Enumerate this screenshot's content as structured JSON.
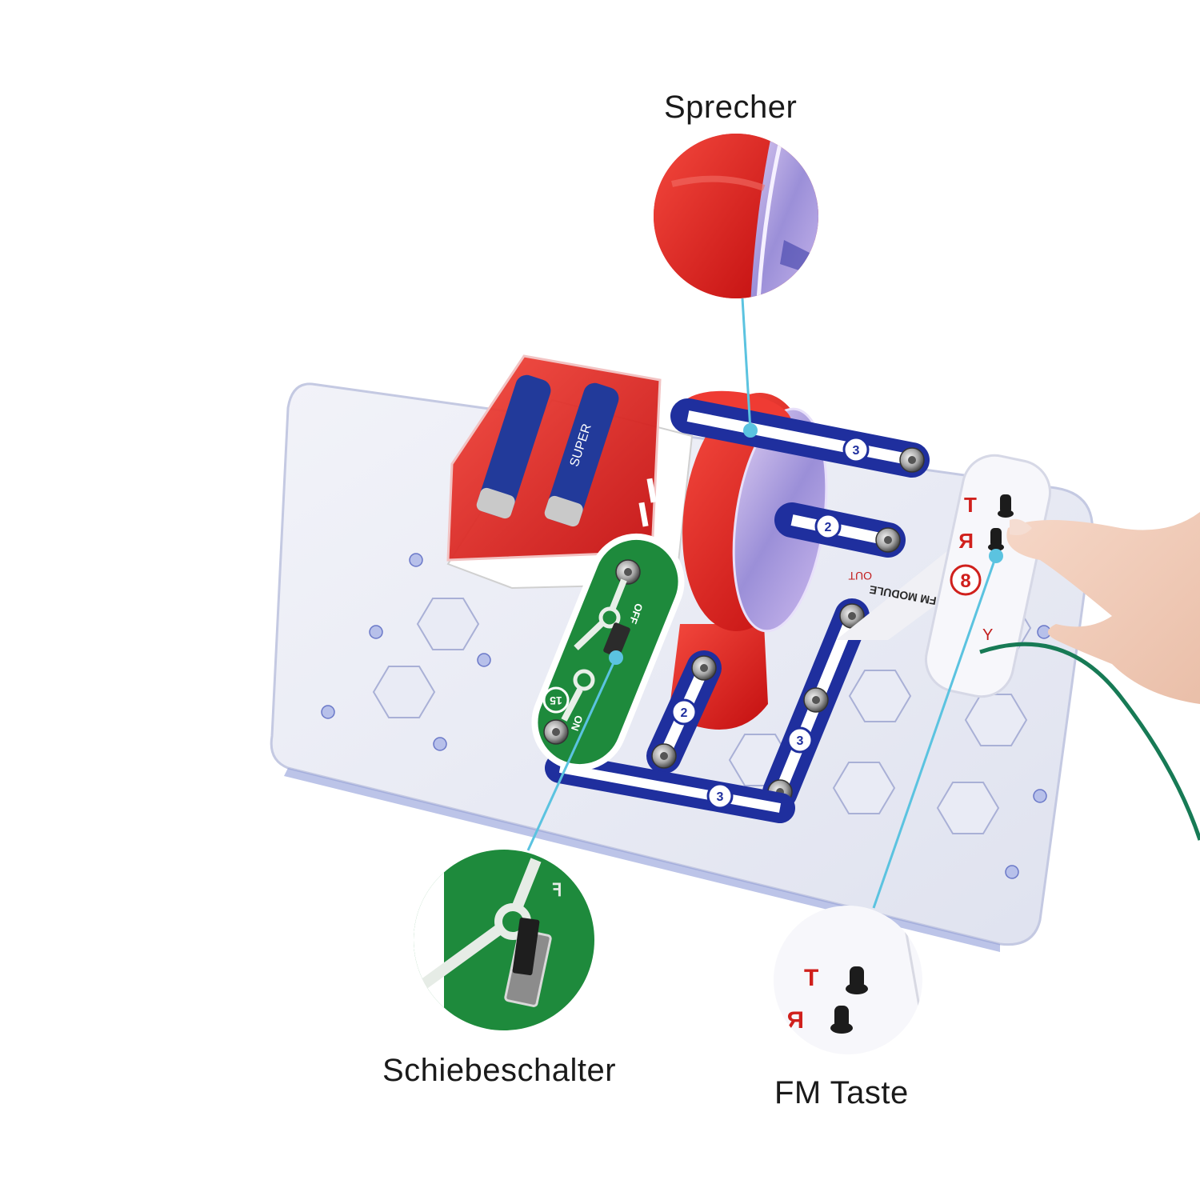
{
  "image": {
    "type": "product-photo",
    "subject": "snap-circuit electronics kit with FM radio module",
    "background_color": "#ffffff",
    "accent_line_color": "#5bc3e0"
  },
  "callouts": [
    {
      "id": "speaker",
      "label": "Sprecher",
      "detail": "red speaker module close-up"
    },
    {
      "id": "slide-switch",
      "label": "Schiebeschalter",
      "detail": "green slide switch module close-up"
    },
    {
      "id": "fm-button",
      "label": "FM Taste",
      "detail": "FM module buttons T and R close-up"
    }
  ],
  "board": {
    "fm_module": {
      "buttons": [
        "T",
        "R"
      ],
      "number": "8",
      "text": "FM MODULE",
      "out_label": "OUT"
    },
    "switch_module": {
      "number": "15",
      "off_label": "OFF",
      "on_label": "ON"
    },
    "wires": [
      {
        "number": "3"
      },
      {
        "number": "2"
      },
      {
        "number": "2"
      },
      {
        "number": "3"
      },
      {
        "number": "3"
      }
    ],
    "battery": {
      "brand_text": "SUPER"
    }
  },
  "colors": {
    "speaker_red": "#e11a1a",
    "switch_green": "#1e8a3c",
    "wire_blue": "#1f2f9e",
    "board_clear": "#eceef7",
    "label_red": "#d0201c"
  }
}
